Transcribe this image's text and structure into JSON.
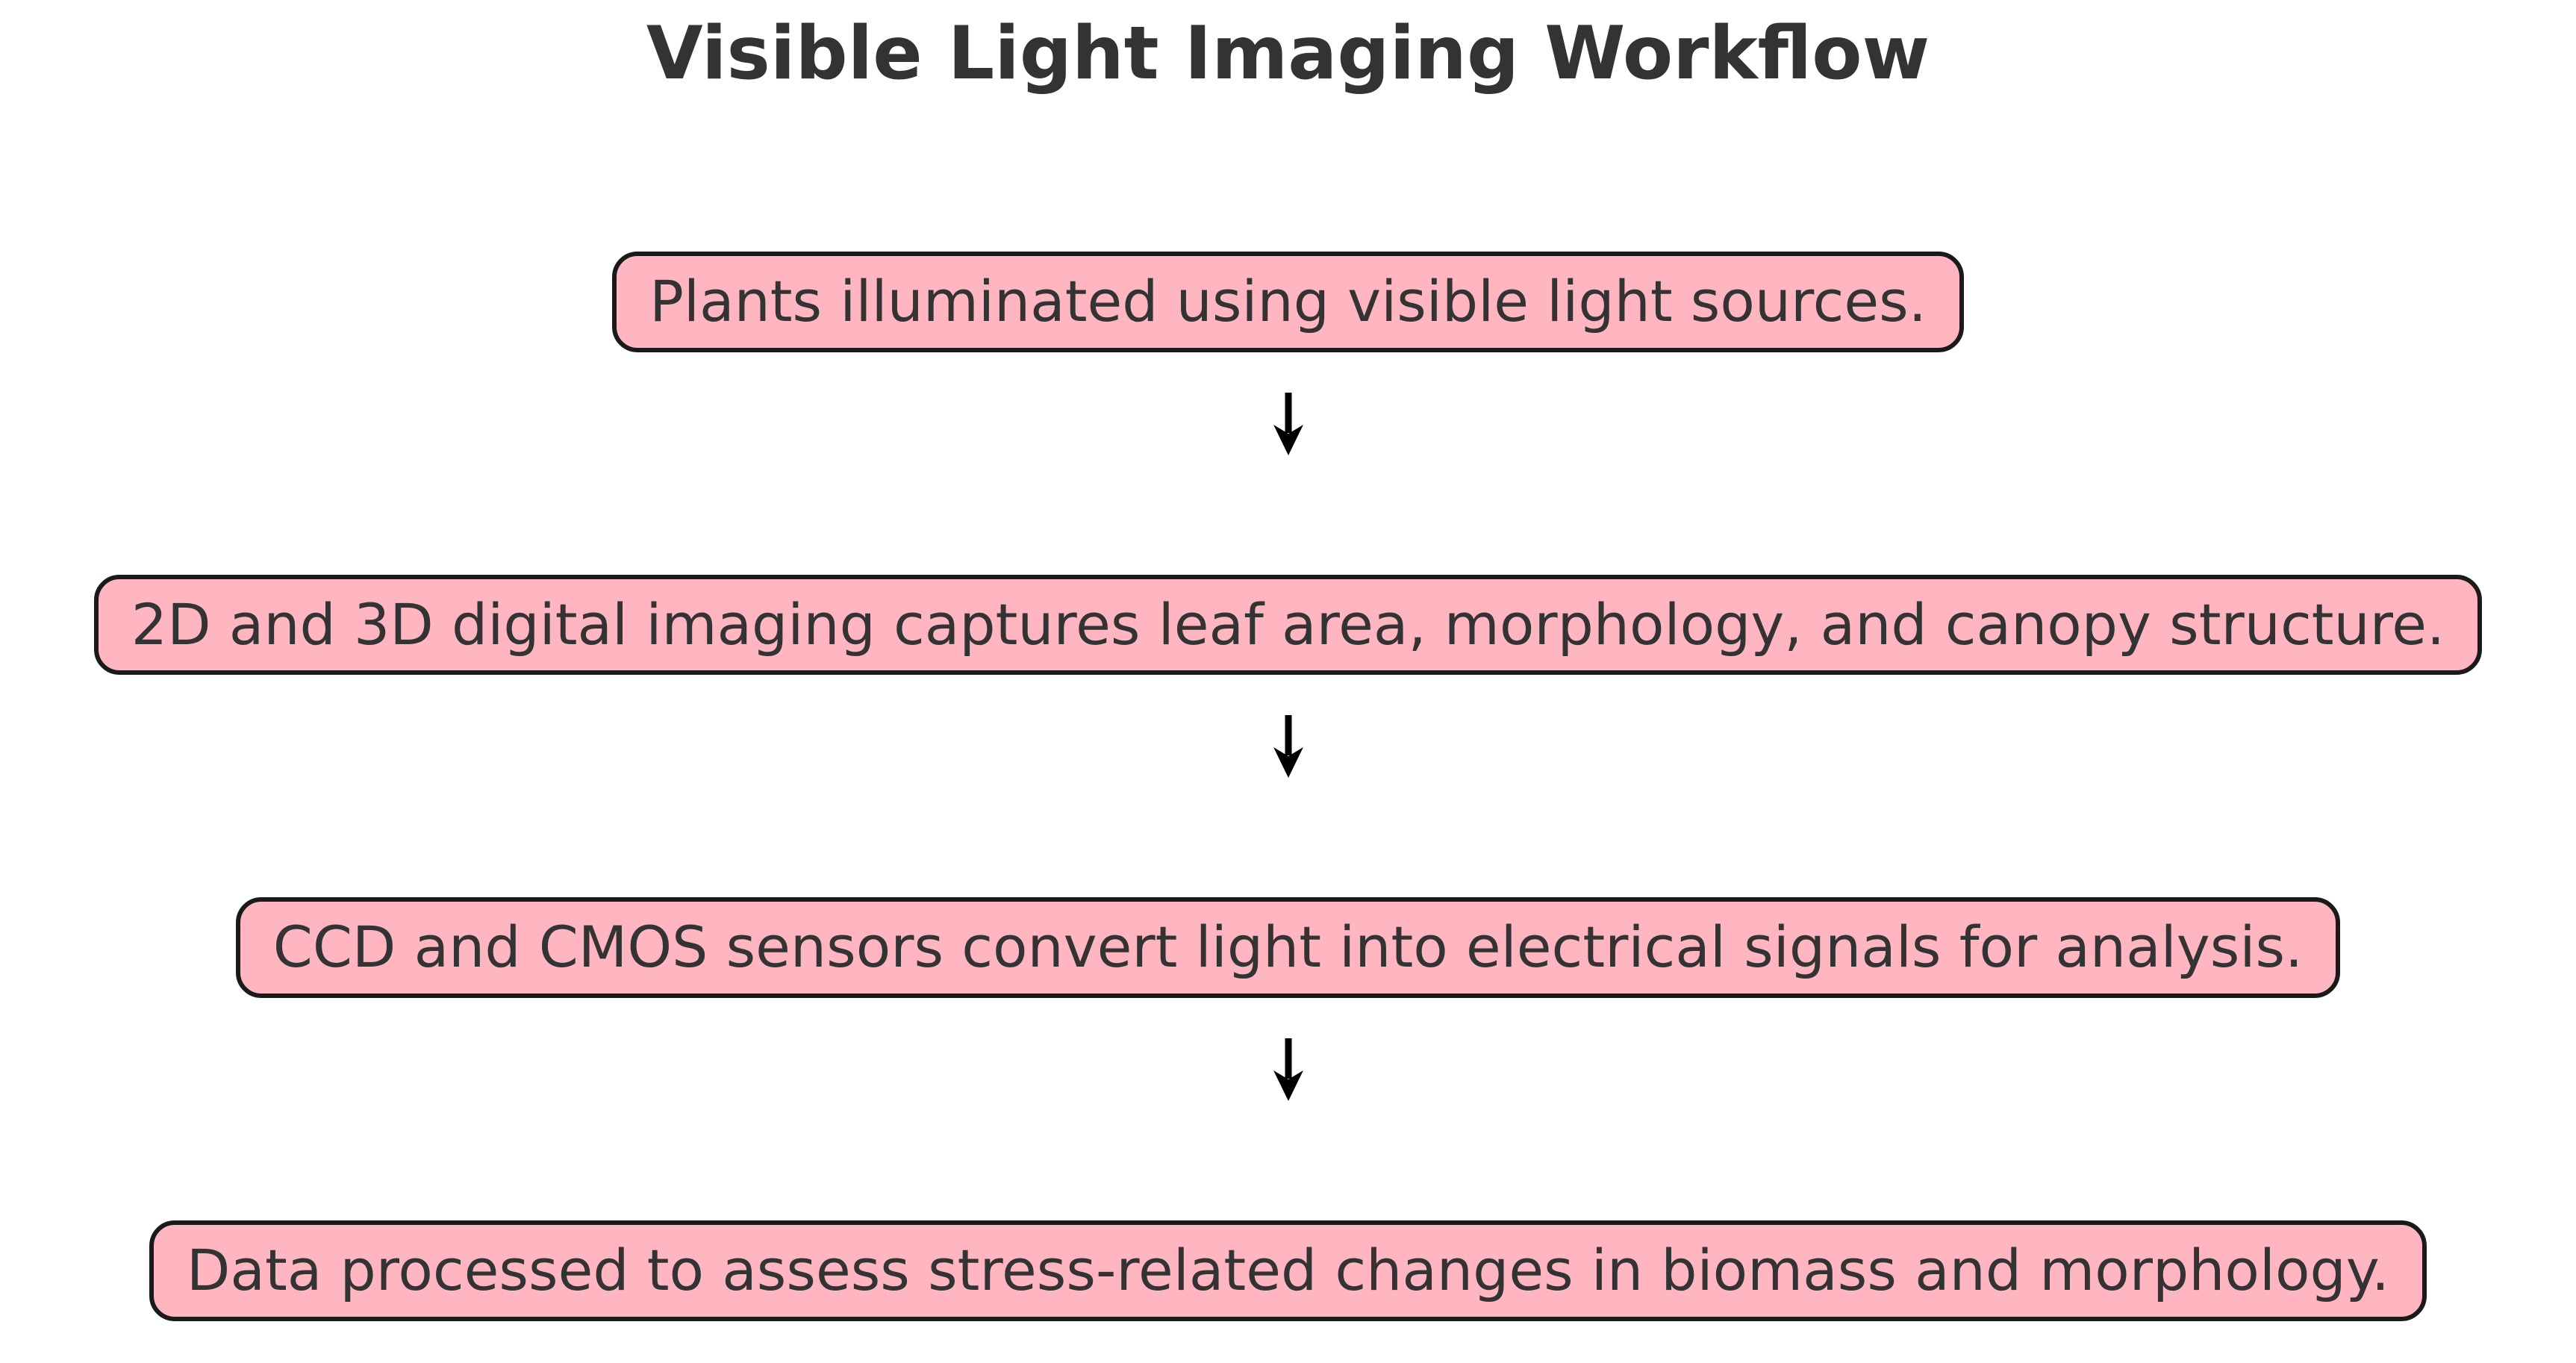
{
  "diagram": {
    "title": "Visible Light Imaging Workflow",
    "steps": [
      {
        "id": "illumination",
        "label": "Plants illuminated using visible light sources."
      },
      {
        "id": "imaging-capture",
        "label": "2D and 3D digital imaging captures leaf area, morphology, and canopy structure."
      },
      {
        "id": "sensors",
        "label": "CCD and CMOS sensors convert light into electrical signals for analysis."
      },
      {
        "id": "data-processing",
        "label": "Data processed to assess stress-related changes in biomass and morphology."
      }
    ],
    "connector": {
      "icon": "down-arrow",
      "glyph": "↓",
      "count": 3
    }
  },
  "colors": {
    "background": "#ffffff",
    "node-fill": "#FFB6C1",
    "node-border": "#1a1a1a",
    "node-text": "#333333",
    "title-text": "#333333",
    "arrow": "#000000"
  }
}
